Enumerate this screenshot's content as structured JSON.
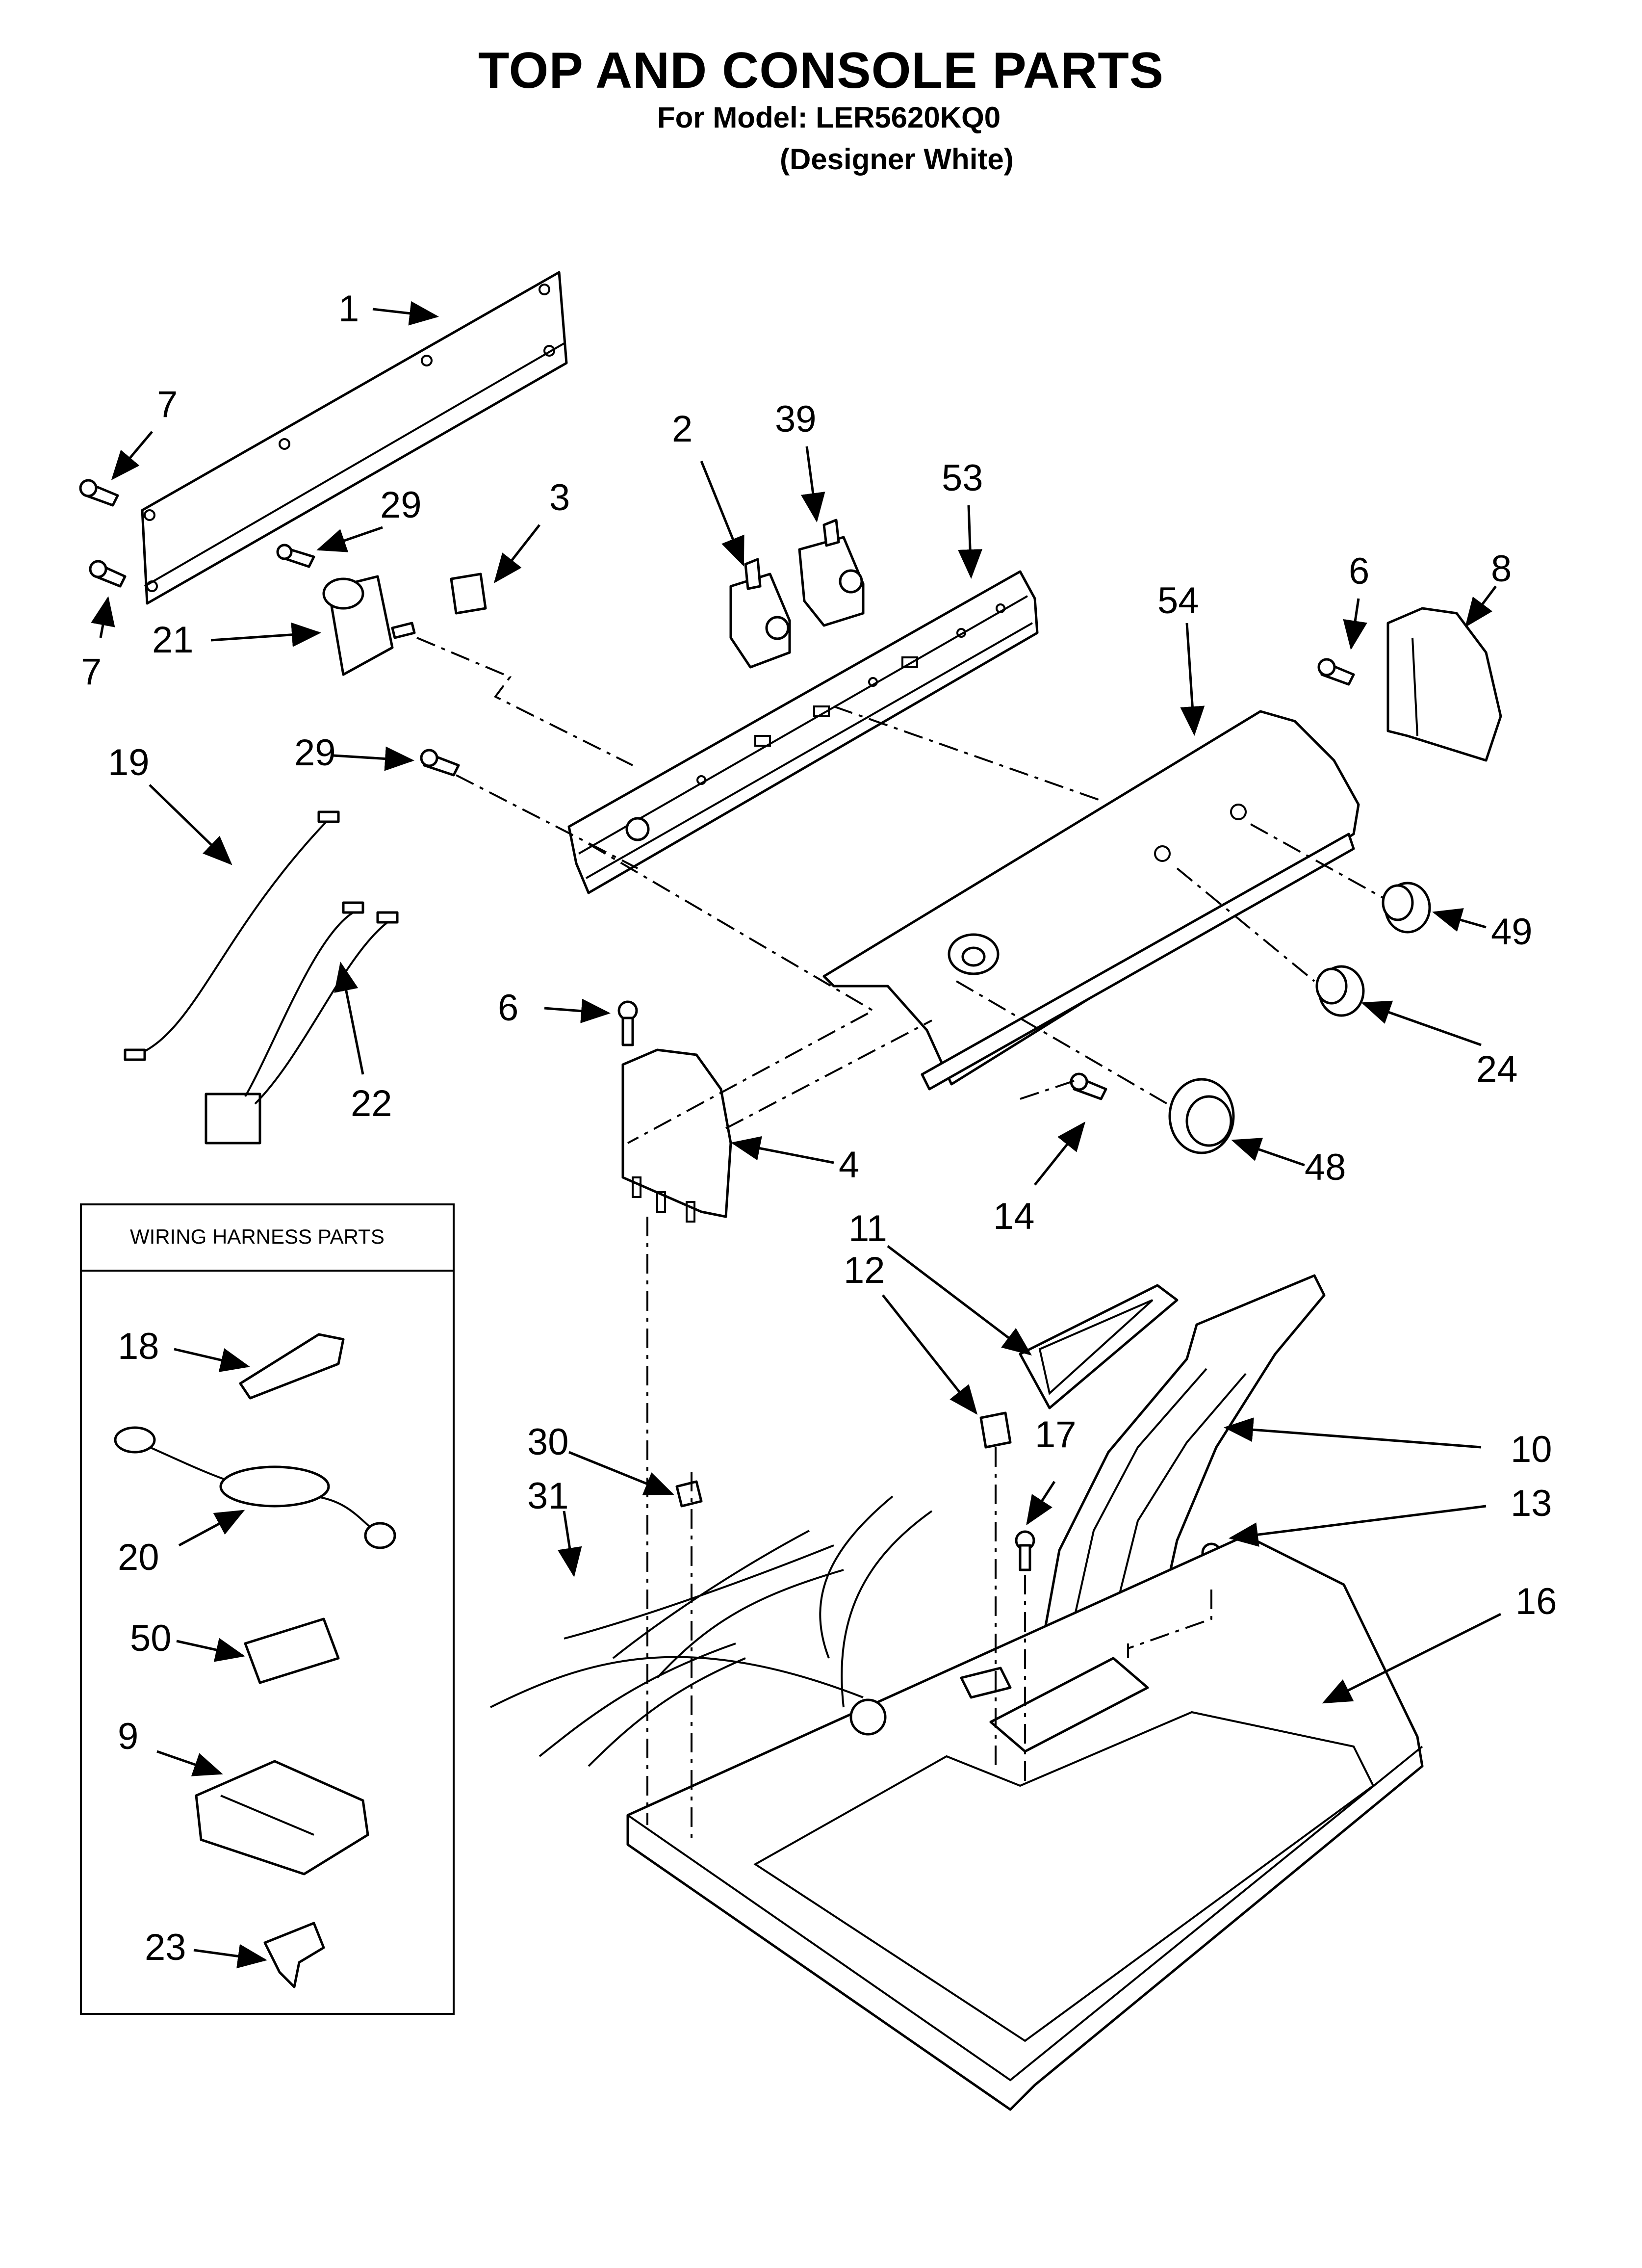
{
  "header": {
    "title": "TOP AND CONSOLE PARTS",
    "model": "For Model: LER5620KQ0",
    "finish": "(Designer White)"
  },
  "wiring_box": {
    "title": "WIRING HARNESS PARTS"
  },
  "callouts": {
    "c1": "1",
    "c2": "2",
    "c3": "3",
    "c4": "4",
    "c6a": "6",
    "c6b": "6",
    "c7a": "7",
    "c7b": "7",
    "c8": "8",
    "c9": "9",
    "c10": "10",
    "c11": "11",
    "c12": "12",
    "c13": "13",
    "c14": "14",
    "c16": "16",
    "c17": "17",
    "c18": "18",
    "c19": "19",
    "c20": "20",
    "c21": "21",
    "c22": "22",
    "c23": "23",
    "c24": "24",
    "c29a": "29",
    "c29b": "29",
    "c30": "30",
    "c31": "31",
    "c39": "39",
    "c48": "48",
    "c49": "49",
    "c50": "50",
    "c53": "53",
    "c54": "54"
  },
  "colors": {
    "ink": "#000000",
    "paper": "#ffffff"
  }
}
